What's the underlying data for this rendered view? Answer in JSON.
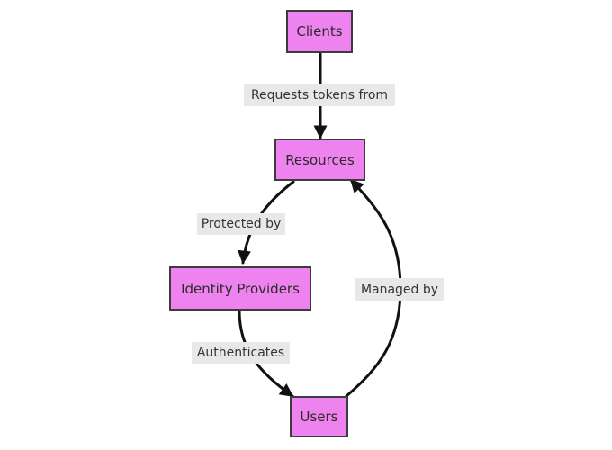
{
  "diagram": {
    "colors": {
      "node_fill": "#ee82ee",
      "node_border": "#3c3c3c",
      "edge": "#111111",
      "label_bg": "#e8e8e8"
    },
    "nodes": {
      "clients": "Clients",
      "resources": "Resources",
      "identity_providers": "Identity Providers",
      "users": "Users"
    },
    "edges": {
      "clients_resources": "Requests tokens from",
      "resources_identity": "Protected by",
      "identity_users": "Authenticates",
      "users_resources": "Managed by"
    }
  }
}
